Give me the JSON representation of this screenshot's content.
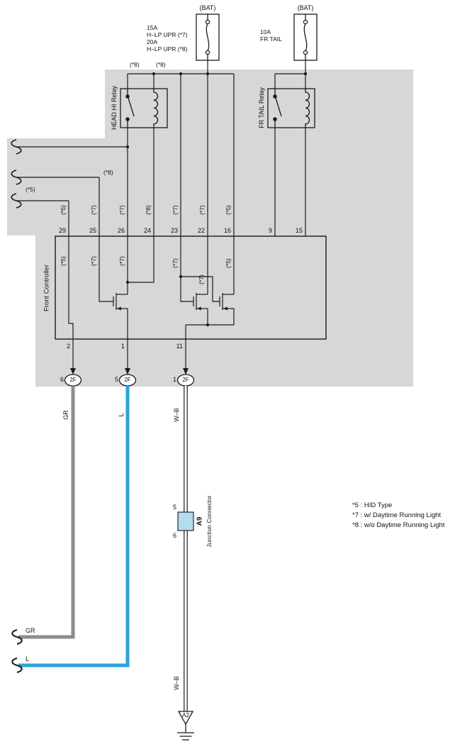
{
  "colors": {
    "panel": "#d7d7d7",
    "wire_gray": "#8d8d8d",
    "wire_blue": "#29a4dc",
    "junction_fill": "#b5dcee",
    "line": "#1a1a1a"
  },
  "battery": {
    "left": "(BAT)",
    "right": "(BAT)"
  },
  "fuses": {
    "left_lines": [
      "15A",
      "H–LP UPR (*7)",
      "20A",
      "H–LP UPR (*8)"
    ],
    "right_lines": [
      "10A",
      "FR TAIL"
    ]
  },
  "relays": {
    "head_hi": "HEAD HI Relay",
    "fr_tail": "FR TAIL Relay"
  },
  "wire_tags": {
    "top_a": "(*8)",
    "top_b": "(*8)",
    "mid": "(*8)",
    "left": "(*5)"
  },
  "controller": {
    "name": "Front Controller",
    "top_pins": [
      "29",
      "25",
      "26",
      "24",
      "23",
      "22",
      "16",
      "9",
      "15"
    ],
    "top_variants": [
      "(*5)",
      "(*7)",
      "(*7)",
      "(*8)",
      "(*7)",
      "(*7)",
      "(*5)"
    ],
    "inner_variants": [
      "(*5)",
      "(*7)",
      "(*7)",
      "(*7)",
      "(*7)",
      "(*5)"
    ],
    "bottom_pins": [
      "2",
      "1",
      "11"
    ]
  },
  "connectors": {
    "pins": [
      "6",
      "5",
      "1"
    ],
    "codes": [
      "2F",
      "2F",
      "2F"
    ]
  },
  "wires": {
    "gr": "GR",
    "l": "L",
    "wb": "W–B",
    "gr_end": "GR",
    "l_end": "L",
    "wb_bottom": "W–B"
  },
  "junction": {
    "pin_top": "5",
    "pin_bottom": "6",
    "code": "A9",
    "name": "Junction Connector"
  },
  "ground": {
    "code": "A2"
  },
  "legend": [
    "*5 : HID Type",
    "*7 : w/ Daytime Running Light",
    "*8 : w/o Daytime Running Light"
  ]
}
